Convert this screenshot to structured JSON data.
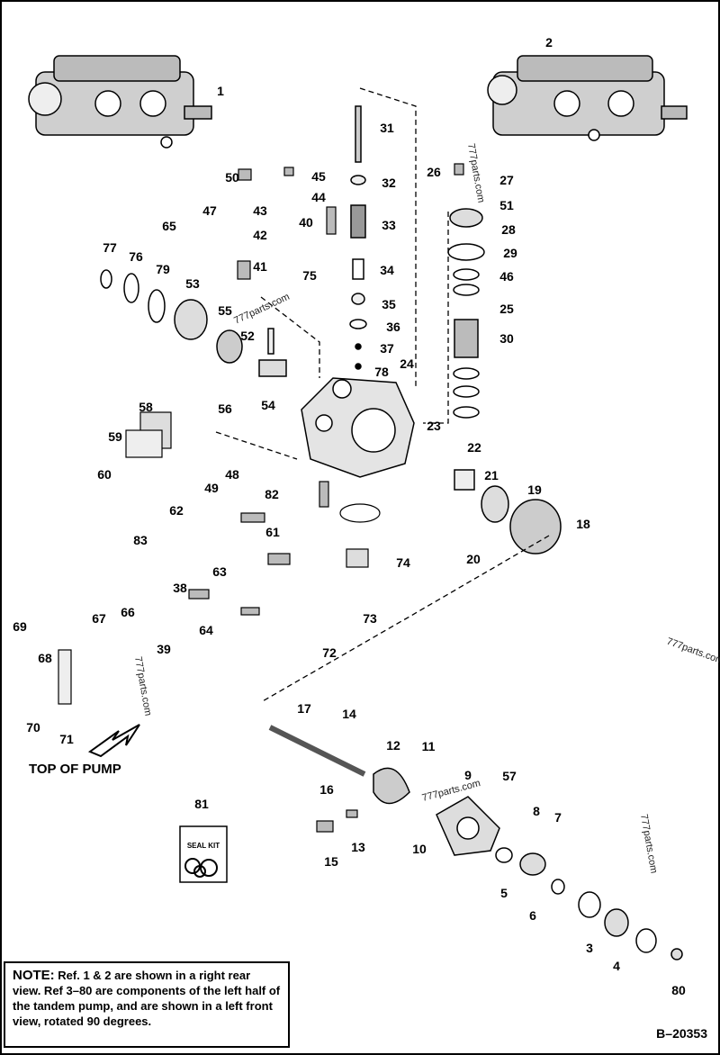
{
  "note": {
    "label": "NOTE:",
    "text": "Ref. 1 & 2 are shown in a right rear view. Ref 3–80 are components of the left half of the tandem pump, and are shown in a left front view, rotated 90 degrees."
  },
  "document_id": "B–20353",
  "direction_label": "TOP OF PUMP",
  "seal_kit_label": "SEAL KIT",
  "watermark": "777parts.com",
  "callouts": [
    "1",
    "2",
    "3",
    "4",
    "5",
    "6",
    "7",
    "8",
    "9",
    "10",
    "11",
    "12",
    "13",
    "14",
    "15",
    "16",
    "17",
    "18",
    "19",
    "20",
    "21",
    "22",
    "23",
    "24",
    "25",
    "26",
    "27",
    "28",
    "29",
    "30",
    "31",
    "32",
    "33",
    "34",
    "35",
    "36",
    "37",
    "38",
    "39",
    "40",
    "41",
    "42",
    "43",
    "44",
    "45",
    "46",
    "47",
    "48",
    "49",
    "50",
    "51",
    "52",
    "53",
    "54",
    "55",
    "56",
    "57",
    "58",
    "59",
    "60",
    "61",
    "62",
    "63",
    "64",
    "65",
    "66",
    "67",
    "68",
    "69",
    "70",
    "71",
    "72",
    "73",
    "74",
    "75",
    "76",
    "77",
    "78",
    "79",
    "80",
    "81",
    "82",
    "83"
  ]
}
